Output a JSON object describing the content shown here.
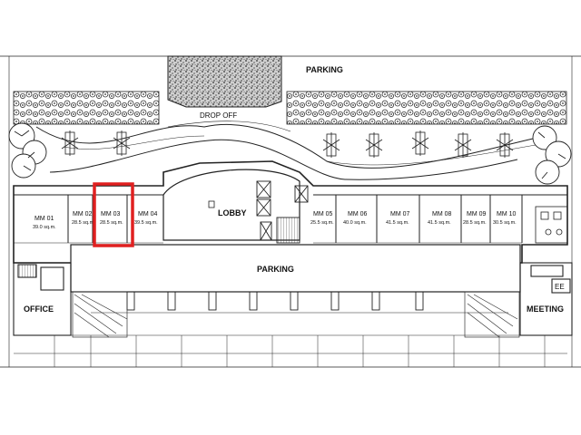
{
  "labels": {
    "parking_top": "PARKING",
    "drop_off": "DROP OFF",
    "lobby": "LOBBY",
    "parking_main": "PARKING",
    "office": "OFFICE",
    "meeting": "MEETING",
    "ee": "EE"
  },
  "units": [
    {
      "name": "MM 01",
      "area": "39.0 sq.m."
    },
    {
      "name": "MM 02",
      "area": "28.5 sq.m."
    },
    {
      "name": "MM 03",
      "area": "28.5 sq.m."
    },
    {
      "name": "MM 04",
      "area": "39.5 sq.m."
    },
    {
      "name": "MM 05",
      "area": "25.5 sq.m."
    },
    {
      "name": "MM 06",
      "area": "40.0 sq.m."
    },
    {
      "name": "MM 07",
      "area": "41.5 sq.m."
    },
    {
      "name": "MM 08",
      "area": "41.5 sq.m."
    },
    {
      "name": "MM 09",
      "area": "28.5 sq.m."
    },
    {
      "name": "MM 10",
      "area": "30.5 sq.m."
    }
  ],
  "highlight": {
    "unit": "MM 03",
    "color": "#e02020"
  },
  "colors": {
    "line": "#222222",
    "hatch": "#555555",
    "highlight": "#e02020"
  }
}
